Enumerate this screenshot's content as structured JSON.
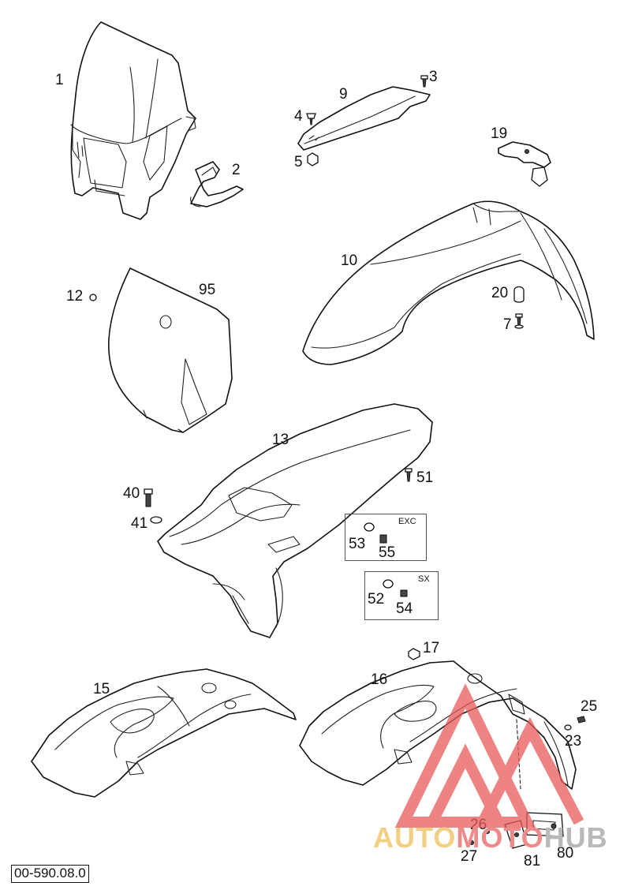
{
  "drawing_number": "00-590.08.0",
  "part_labels": {
    "p1": "1",
    "p2": "2",
    "p3": "3",
    "p4": "4",
    "p5": "5",
    "p7": "7",
    "p9": "9",
    "p10": "10",
    "p12": "12",
    "p13": "13",
    "p15": "15",
    "p16": "16",
    "p17": "17",
    "p19": "19",
    "p20": "20",
    "p23": "23",
    "p25": "25",
    "p26": "26",
    "p27": "27",
    "p40": "40",
    "p41": "41",
    "p51": "51",
    "p52": "52",
    "p53": "53",
    "p54": "54",
    "p55": "55",
    "p80": "80",
    "p81": "81",
    "p95": "95"
  },
  "variant_boxes": {
    "exc": "EXC",
    "sx": "SX"
  },
  "watermark": {
    "word1": "AUTO",
    "word2": "MOTO",
    "word3": "HUB",
    "colors": {
      "auto": "#f3cf84",
      "moto": "#ee8a8a",
      "hub": "#b9b9b9",
      "triangle": "#e85a5a"
    }
  }
}
